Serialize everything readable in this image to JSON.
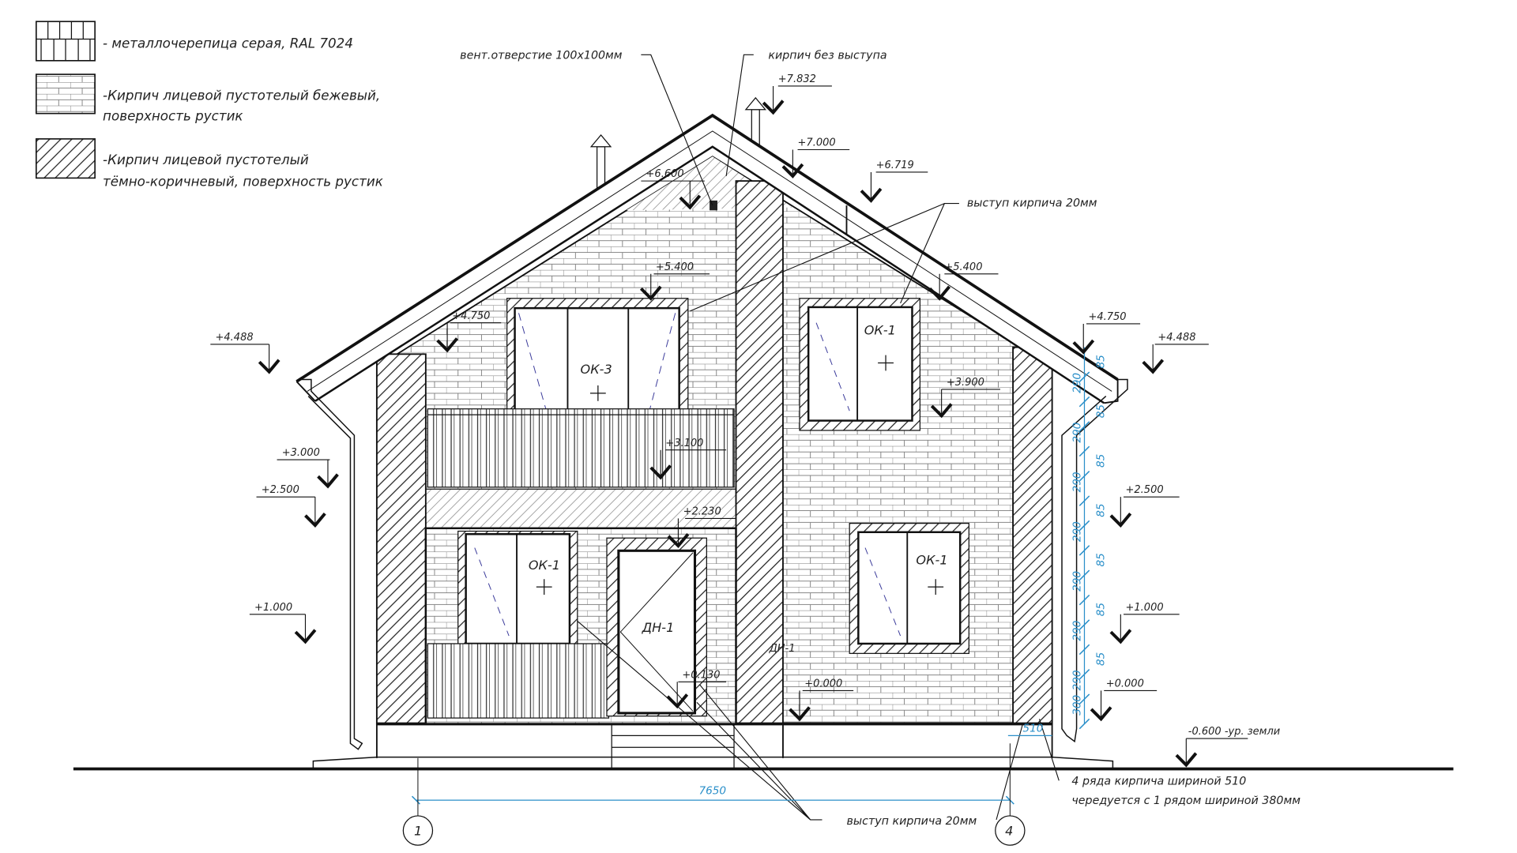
{
  "legend": [
    {
      "swatch": "roof-tile-pattern",
      "text": "- металлочерепица серая, RAL 7024"
    },
    {
      "swatch": "beige-brick-pattern",
      "line1": "-Кирпич лицевой пустотелый бежевый,",
      "line2": "поверхность рустик"
    },
    {
      "swatch": "dark-brown-hatch-pattern",
      "line1": "-Кирпич лицевой пустотелый",
      "line2": "тёмно-коричневый, поверхность рустик"
    }
  ],
  "annotations": {
    "vent": "вент.отверстие 100х100мм",
    "brick_no_projection": "кирпич без выступа",
    "brick_projection_top": "выступ кирпича 20мм",
    "brick_projection_bottom": "выступ кирпича 20мм",
    "rows_line1": "4 ряда кирпича шириной 510",
    "rows_line2": "чередуется с 1 рядом шириной 380мм"
  },
  "elevations": [
    "+7.832",
    "+7.000",
    "+6.719",
    "+6.600",
    "+5.400",
    "+5.400",
    "+4.750",
    "+4.750",
    "+4.488",
    "+4.488",
    "+3.900",
    "+3.100",
    "+3.000",
    "+2.500",
    "+2.500",
    "+2.230",
    "+1.000",
    "+1.000",
    "+0.130",
    "+0.000",
    "+0.000",
    "-0.600 -ур. земли"
  ],
  "openings": {
    "window_upper_balcony": "ОК-3",
    "window_upper_right": "ОК-1",
    "window_lower_left": "ОК-1",
    "window_lower_right": "ОК-1",
    "door": "ДН-1",
    "door_wall_label": "ДН-1"
  },
  "dimensions": {
    "overall_width": "7650",
    "plinth_width": "510",
    "chain": [
      "300",
      "290",
      "85",
      "290",
      "85",
      "290",
      "85",
      "290",
      "85",
      "290",
      "85",
      "290",
      "85",
      "290",
      "85"
    ]
  },
  "axes": {
    "left": "1",
    "right": "4"
  },
  "colors": {
    "line": "#111111",
    "dimension": "#2a8fc9",
    "window_marks": "#3a3a9a"
  }
}
